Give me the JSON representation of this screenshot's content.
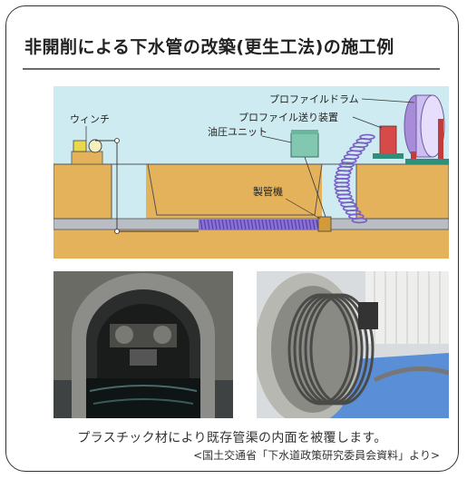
{
  "title": "非開削による下水管の改築(更生工法)の施工例",
  "diagram": {
    "labels": {
      "winch": "ウィンチ",
      "hydraulic_unit": "油圧ユニット",
      "pipe_machine": "製管機",
      "profile_drum": "プロファイルドラム",
      "profile_feeder": "プロファイル送り装置"
    },
    "colors": {
      "sky": "#cdebf0",
      "ground": "#e4b25a",
      "pipe": "#b8bec4",
      "spiral": "#8a6fd6",
      "unit": "#82c8b0"
    }
  },
  "caption": "プラスチック材により既存管渠の内面を被覆します。",
  "source": "<国土交通省「下水道政策研究委員会資料」より>"
}
